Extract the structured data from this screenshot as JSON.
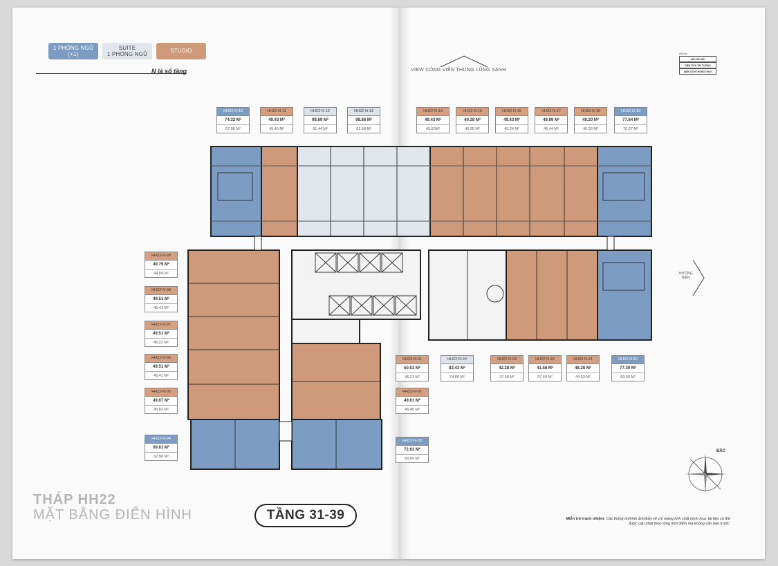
{
  "legend": [
    {
      "label": "1 PHÒNG NGỦ\n(+1)",
      "type": "blue"
    },
    {
      "label": "SUITE\n1 PHÒNG NGỦ",
      "type": "light"
    },
    {
      "label": "STUDIO",
      "type": "orange"
    }
  ],
  "floor_note": "N là số tầng",
  "view_top": "VIEW CÔNG VIÊN THUNG LŨNG XANH",
  "direction_right": "HƯỚNG\nBIỂN",
  "key_box": {
    "title": "Ghi chú",
    "row1": "MÃ CĂN HỘ",
    "row2": "DIỆN TÍCH TIM TƯỜNG",
    "row3": "DIỆN TÍCH THÔNG THỦY"
  },
  "north_label": "BẮC",
  "tower_title": "THÁP HH22",
  "tower_subtitle": "MẶT BẰNG ĐIỂN HÌNH",
  "floor_badge": "TẦNG 31-39",
  "disclaimer_head": "Miễn trừ trách nhiệm:",
  "disclaimer_body": "Các thông tin/hình ảnh/bản vẽ chỉ mang tính chất minh họa, tài liệu có thể được cập nhật theo từng thời điểm mà không cần báo trước.",
  "units": [
    {
      "code": "HH22-N-10",
      "gross": "74.32 M²",
      "net": "67.06 M²",
      "type": "b"
    },
    {
      "code": "HH22-N-11",
      "gross": "49.43 M²",
      "net": "45.40 M²",
      "type": "o"
    },
    {
      "code": "HH22-N-12",
      "gross": "98.69 M²",
      "net": "91.44 M²",
      "type": "l"
    },
    {
      "code": "HH22-N-13",
      "gross": "98.86 M²",
      "net": "91.58 M²",
      "type": "l"
    },
    {
      "code": "HH22-N-14",
      "gross": "49.43 M²",
      "net": "45.50M²",
      "type": "o"
    },
    {
      "code": "HH22-N-15",
      "gross": "49.28 M²",
      "net": "45.05 M²",
      "type": "o"
    },
    {
      "code": "HH22-N-16",
      "gross": "49.43 M²",
      "net": "45.24 M²",
      "type": "o"
    },
    {
      "code": "HH22-N-17",
      "gross": "49.99 M²",
      "net": "45.44 M²",
      "type": "o"
    },
    {
      "code": "HH22-N-18",
      "gross": "49.20 M²",
      "net": "45.26 M²",
      "type": "o"
    },
    {
      "code": "HH22-N-19",
      "gross": "77.64 M²",
      "net": "70.27 M²",
      "type": "b"
    },
    {
      "code": "HH22-N-09",
      "gross": "49.79 M²",
      "net": "44.69 M²",
      "type": "o"
    },
    {
      "code": "HH22-N-08",
      "gross": "49.51 M²",
      "net": "45.41 M²",
      "type": "o"
    },
    {
      "code": "HH22-N-07",
      "gross": "49.51 M²",
      "net": "45.22 M²",
      "type": "o"
    },
    {
      "code": "HH22-N-06",
      "gross": "49.51 M²",
      "net": "45.41 M²",
      "type": "o"
    },
    {
      "code": "HH22-N-05",
      "gross": "49.87 M²",
      "net": "45.82 M²",
      "type": "o"
    },
    {
      "code": "HH22-N-04",
      "gross": "69.81 M²",
      "net": "62.96 M²",
      "type": "b"
    },
    {
      "code": "HH22-N-01",
      "gross": "50.53 M²",
      "net": "46.21 M²",
      "type": "o"
    },
    {
      "code": "HH22-N-02",
      "gross": "49.61 M²",
      "net": "45.45 M²",
      "type": "o"
    },
    {
      "code": "HH22-N-03",
      "gross": "72.63 M²",
      "net": "65.65 M²",
      "type": "b"
    },
    {
      "code": "HH22-N-24",
      "gross": "83.43 M²",
      "net": "74.85 M²",
      "type": "l"
    },
    {
      "code": "HH22-N-23",
      "gross": "42.28 M²",
      "net": "37.59 M²",
      "type": "o"
    },
    {
      "code": "HH22-N-22",
      "gross": "41.58 M²",
      "net": "37.49 M²",
      "type": "o"
    },
    {
      "code": "HH22-N-21",
      "gross": "48.26 M²",
      "net": "44.53 M²",
      "type": "o"
    },
    {
      "code": "HH22-N-20",
      "gross": "77.30 M²",
      "net": "69.93 M²",
      "type": "b"
    }
  ],
  "colors": {
    "blue": "#7d9cc3",
    "orange": "#cf9a7a",
    "light": "#e1e6ec"
  }
}
